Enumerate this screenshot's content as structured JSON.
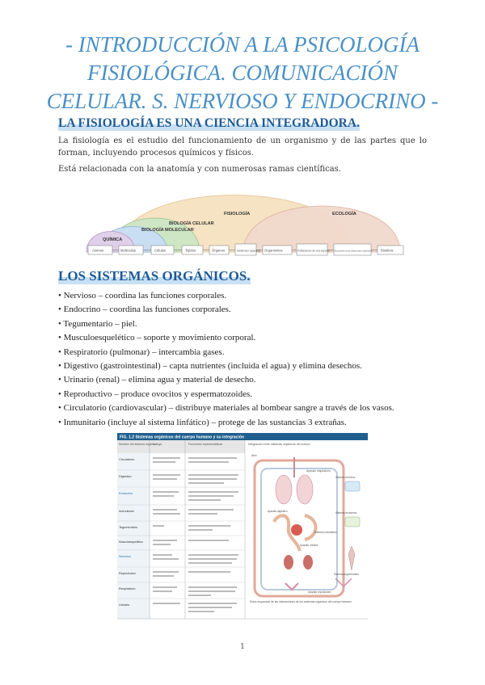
{
  "title": {
    "line1": "- INTRODUCCIÓN A LA PSICOLOGÍA",
    "line2": "FISIOLÓGICA. COMUNICACIÓN",
    "line3": "CELULAR. S. NERVIOSO Y ENDOCRINO -"
  },
  "section1": {
    "heading": "LA FISIOLOGÍA ES UNA CIENCIA INTEGRADORA.",
    "para1": "La fisiología es el estudio del funcionamiento de un organismo y de las partes que lo forman, incluyendo procesos químicos y físicos.",
    "para2": "Está relacionada con la anatomía y con numerosas ramas científicas."
  },
  "diagram": {
    "domains": [
      "FISIOLOGÍA",
      "ECOLOGÍA",
      "BIOLOGÍA CELULAR",
      "BIOLOGÍA MOLECULAR",
      "QUÍMICA"
    ],
    "levels": [
      "Átomos",
      "Moléculas",
      "Células",
      "Tejidos",
      "Órganos",
      "Sistemas/ aparatos",
      "Organismos",
      "Poblaciones de una especie",
      "Ecosistema de diferentes especies",
      "Biosfera"
    ]
  },
  "section2": {
    "heading": "LOS SISTEMAS ORGÁNICOS.",
    "items": [
      "Nervioso – coordina las funciones corporales.",
      "Endocrino – coordina las funciones corporales.",
      "Tegumentario – piel.",
      "Musculoesquelético – soporte y movimiento corporal.",
      "Respiratorio (pulmonar) – intercambia gases.",
      "Digestivo (gastrointestinal) – capta nutrientes (incluida el agua) y elimina desechos.",
      "Urinario (renal) – elimina agua y material de desecho.",
      "Reproductivo – produce ovocitos y espermatozoides.",
      "Circulatorio (cardiovascular) – distribuye materiales al bombear sangre a través de los vasos.",
      "Inmunitario (incluye al sistema linfático) – protege de las sustancias 3 extrañas."
    ]
  },
  "figure": {
    "caption": "FIG. 1.2 Sistemas orgánicos del cuerpo humano y su integración",
    "columns": [
      "Nombre del sistema orgánico",
      "Incluye",
      "Funciones representativas",
      "Integración entre sistemas orgánicos del cuerpo"
    ],
    "rows": [
      "Circulatorio",
      "Digestivo",
      "Endocrino",
      "Inmunitario",
      "Tegumentario",
      "Musculoesquelético",
      "Nervioso",
      "Reproductor",
      "Respiratorio",
      "Urinario"
    ],
    "labels": {
      "air": "Aire",
      "respiratory": "Aparato respiratorio",
      "nervous": "Sistema nervioso",
      "endocrine": "Sistema endocrino",
      "digestive": "Aparato digestivo",
      "urinary": "Aparato urinario",
      "circulatory": "Sistema circulatorio",
      "reproductive": "Aparato reproductor",
      "integumentary": "Sistema tegumentario",
      "note": "Estos esquemas de las interacciones de los sistemas orgánicos del cuerpo humano"
    }
  },
  "page_number": "1"
}
